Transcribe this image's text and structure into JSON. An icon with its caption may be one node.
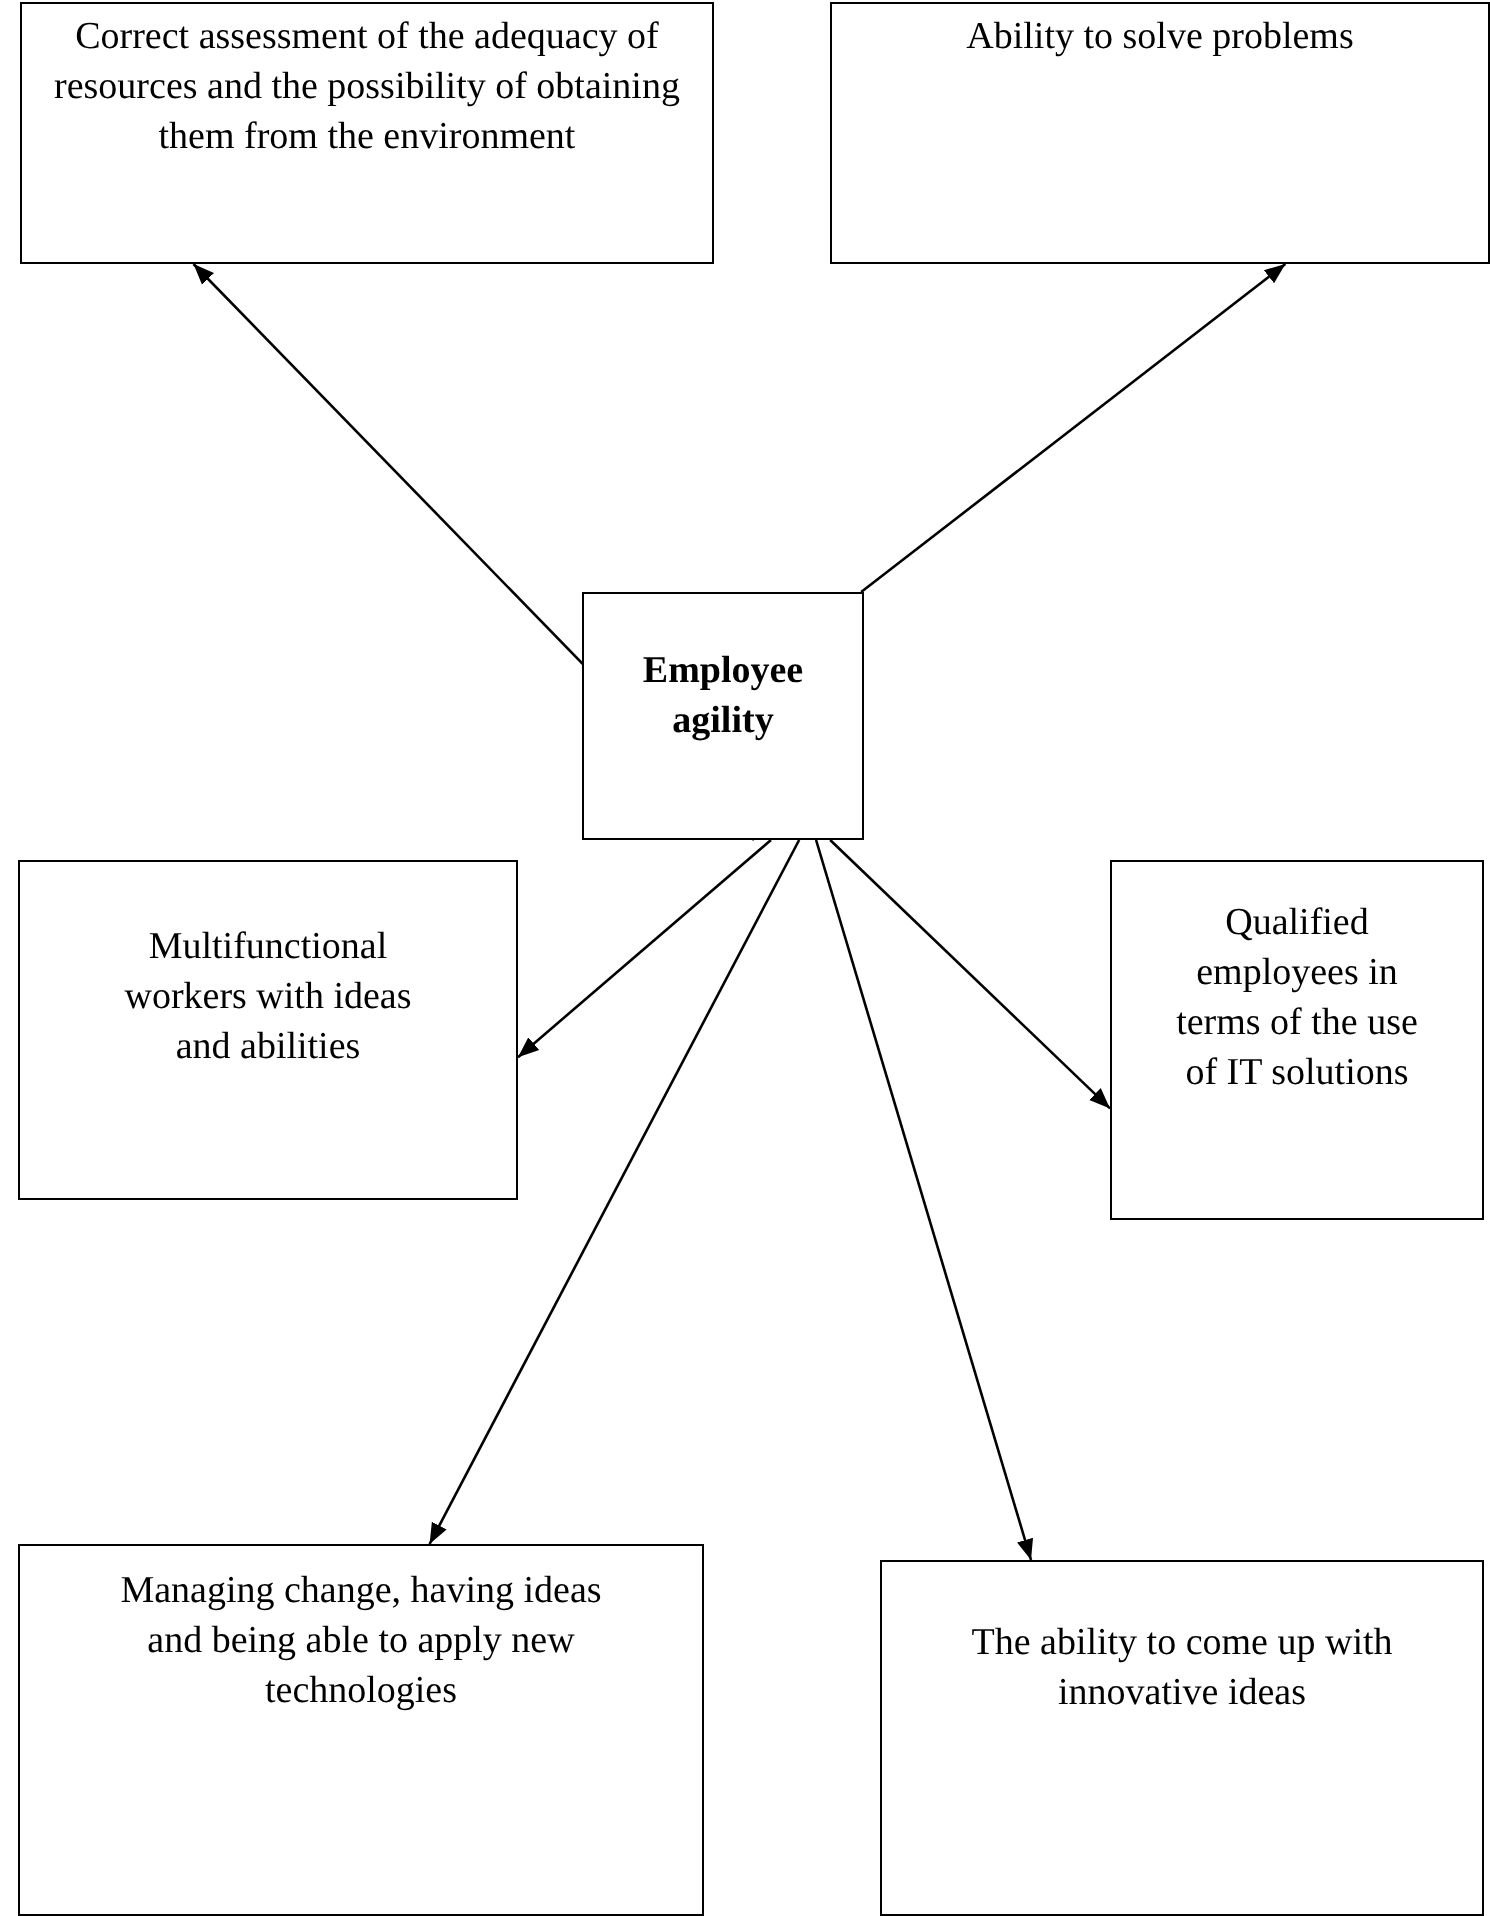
{
  "diagram": {
    "nodes": [
      {
        "text": [
          "Correct assessment of the adequacy of resources and the possibility of obtaining them from the environment"
        ]
      },
      {
        "text": [
          "Ability to solve problems"
        ]
      },
      {
        "text": [
          "Employee agility"
        ]
      },
      {
        "text": [
          "Multifunctional workers with ideas and abilities"
        ]
      },
      {
        "text": [
          "Qualified employees in terms of the use of IT solutions"
        ]
      },
      {
        "text": [
          "Managing change, having ideas and being able to apply new technologies"
        ]
      },
      {
        "text": [
          "The ability to come up with innovative ideas"
        ]
      }
    ],
    "edges": [
      {
        "from": 2,
        "to": 0,
        "arrow": "to"
      },
      {
        "from": 2,
        "to": 1,
        "arrow": "to"
      },
      {
        "from": 2,
        "to": 3,
        "arrow": "to"
      },
      {
        "from": 2,
        "to": 4,
        "arrow": "to"
      },
      {
        "from": 2,
        "to": 5,
        "arrow": "to"
      },
      {
        "from": 2,
        "to": 6,
        "arrow": "to"
      }
    ]
  }
}
